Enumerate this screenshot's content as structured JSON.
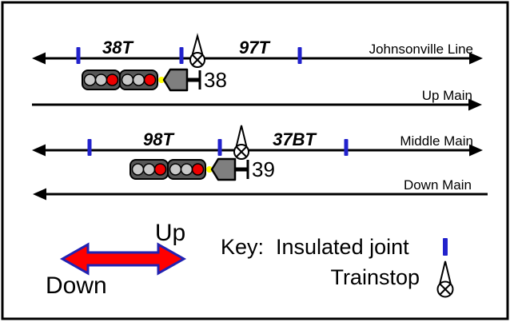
{
  "tracks": {
    "johnsonville": {
      "name": "Johnsonville Line",
      "left_circuit": "38T",
      "right_circuit": "97T"
    },
    "up_main": {
      "name": "Up Main"
    },
    "middle_main": {
      "name": "Middle Main",
      "left_circuit": "98T",
      "right_circuit": "37BT"
    },
    "down_main": {
      "name": "Down Main"
    }
  },
  "signals": {
    "s38": {
      "number": "38"
    },
    "s39": {
      "number": "39"
    }
  },
  "direction_legend": {
    "up": "Up",
    "down": "Down"
  },
  "key": {
    "title": "Key:",
    "insulated_joint": "Insulated joint",
    "trainstop": "Trainstop"
  },
  "icons": {
    "insulated-joint-icon": "blue-vertical-tick",
    "trainstop-icon": "white-circle-with-cross-and-spike",
    "signal-head-icon": "three-lamp-signal-head",
    "direction-arrow-icon": "red-double-headed-arrow"
  },
  "colors": {
    "insulated_joint": "#2222CC",
    "circuit_label": "#2222CC",
    "track_line": "#000000",
    "lamp_red": "#EE0000",
    "lamp_grey": "#C8C8C8",
    "signal_head": "#575757",
    "signal_body": "#7F7F7F",
    "marker_yellow": "#FFFF00",
    "direction_arrow_fill": "#FF0000",
    "direction_arrow_outline": "#2222B2"
  }
}
